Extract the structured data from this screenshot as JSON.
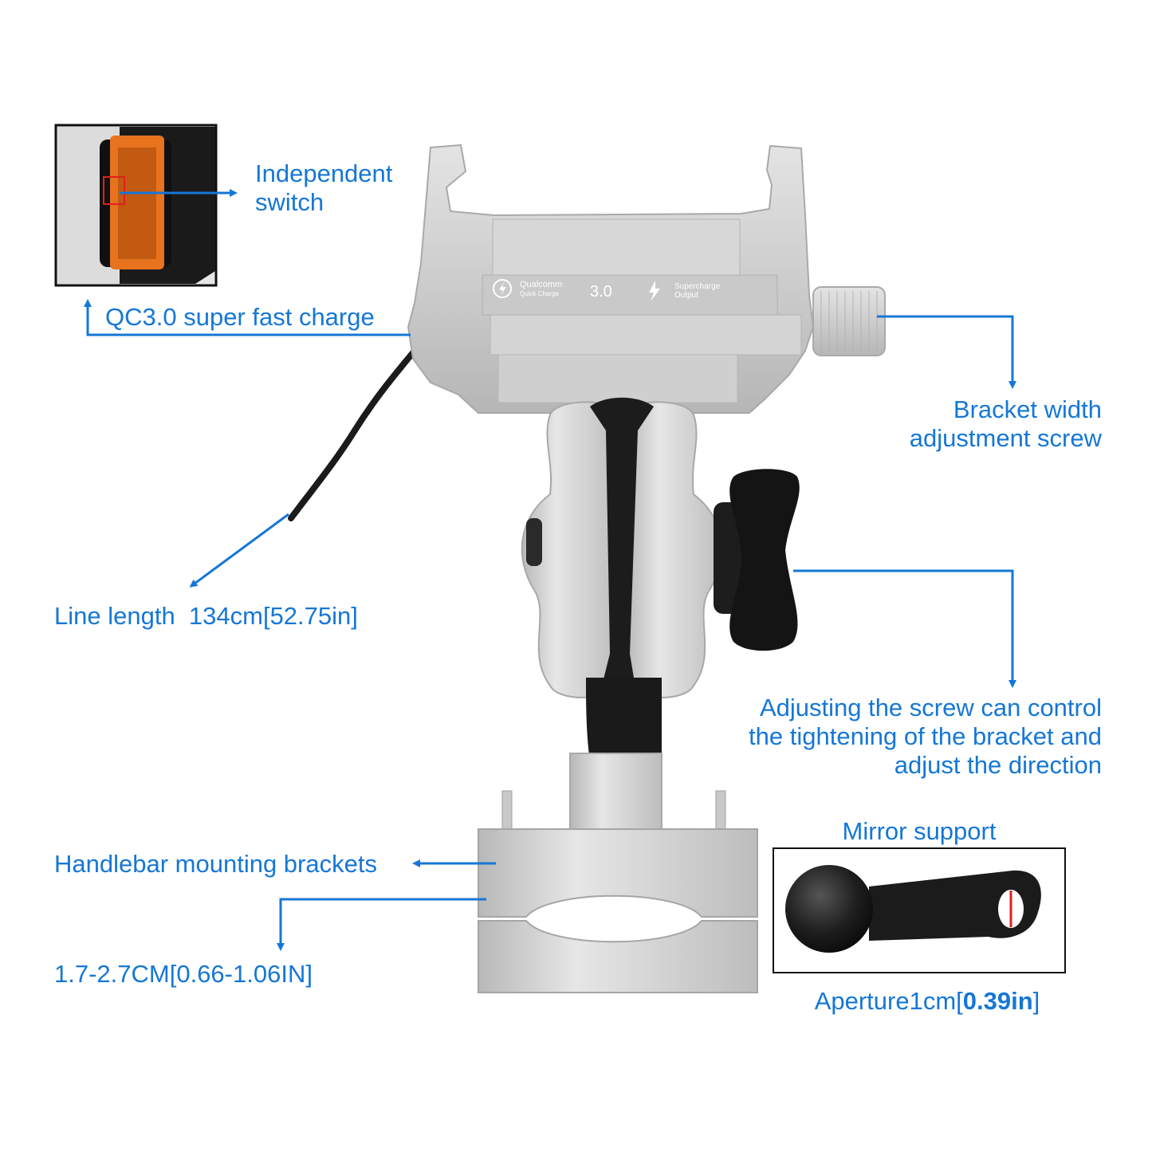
{
  "labels": {
    "independent_switch": [
      "Independent",
      "switch"
    ],
    "qc_charge": "QC3.0 super fast charge",
    "bracket_width": [
      "Bracket width",
      "adjustment screw"
    ],
    "line_length": "Line length  134cm[52.75in]",
    "adjusting_screw": [
      "Adjusting the screw can control",
      "the tightening of the bracket and",
      "adjust the direction"
    ],
    "handlebar_brackets": "Handlebar mounting brackets",
    "handlebar_range": "1.7-2.7CM[0.66-1.06IN]",
    "mirror_support": "Mirror support",
    "aperture_prefix": "Aperture1cm[",
    "aperture_value": "0.39in",
    "aperture_suffix": "]"
  },
  "device_markings": {
    "qc_brand": "Qualcomm",
    "qc_sub": "Quick Charge",
    "qc_version": "3.0",
    "supercharge_1": "Supercharge",
    "supercharge_2": "Output"
  },
  "colors": {
    "callout_blue": "#1577d6",
    "silver": "#c8c8c8",
    "black_part": "#1c1c1c",
    "usb_orange": "#e8731e",
    "highlight_red": "#e02020"
  }
}
